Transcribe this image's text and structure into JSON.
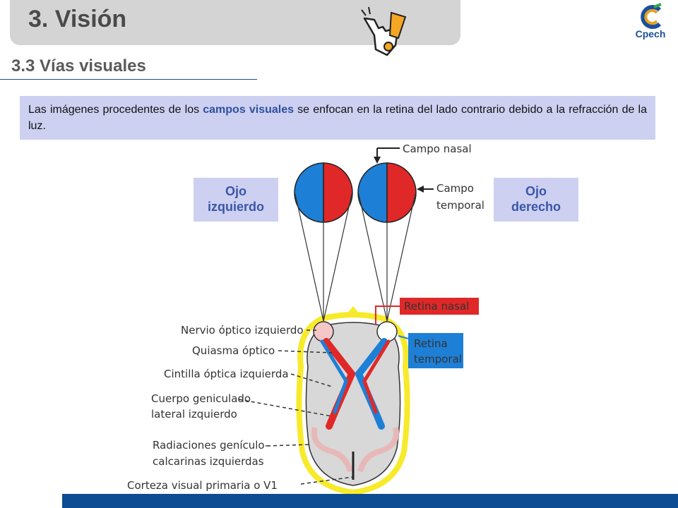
{
  "header": {
    "title": "3. Visión",
    "logo_text": "Cpech"
  },
  "subtitle": "3.3 Vías visuales",
  "intro": {
    "before": "Las imágenes procedentes de los ",
    "highlight": "campos visuales",
    "after": "  se enfocan en la retina del lado contrario debido a la refracción de la luz."
  },
  "eye_labels": {
    "left_line1": "Ojo",
    "left_line2": "izquierdo",
    "right_line1": "Ojo",
    "right_line2": "derecho"
  },
  "diagram_labels": {
    "campo_nasal": "Campo nasal",
    "campo_temporal_1": "Campo",
    "campo_temporal_2": "temporal",
    "retina_nasal": "Retina nasal",
    "retina_temporal_1": "Retina",
    "retina_temporal_2": "temporal",
    "nervio_optico": "Nervio óptico izquierdo",
    "quiasma": "Quiasma óptico",
    "cintilla": "Cintilla óptica izquierda",
    "cuerpo_1": "Cuerpo geniculado",
    "cuerpo_2": "lateral izquierdo",
    "radiaciones_1": "Radiaciones genículo-",
    "radiaciones_2": "calcarinas izquierdas",
    "corteza": "Corteza visual primaria o V1"
  },
  "colors": {
    "field_blue": "#1e7fd6",
    "field_red": "#e02828",
    "label_bg": "#cdd0f0",
    "footer": "#0d4c93"
  }
}
